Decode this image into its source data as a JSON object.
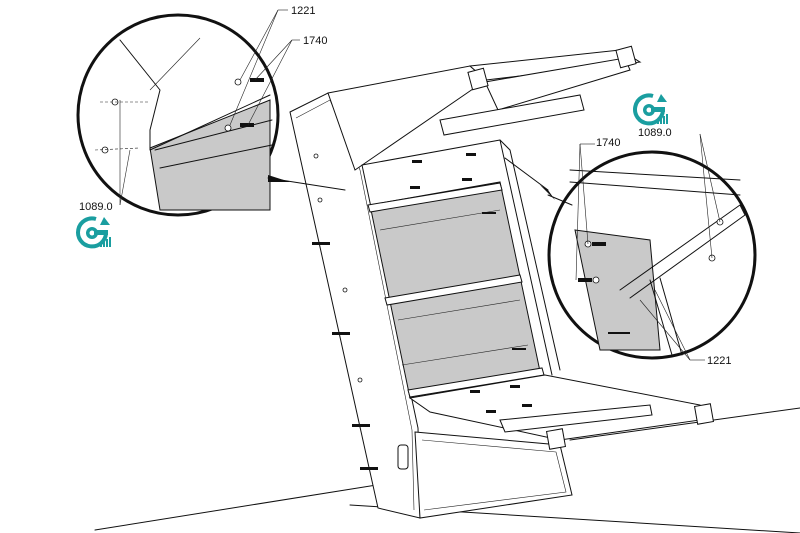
{
  "labels": {
    "part_a": "1221",
    "part_b": "1740",
    "part_b_right": "1740",
    "part_a_right": "1221",
    "torque_left": "1089.0",
    "torque_right": "1089.0"
  },
  "icons": {
    "torque_wrench": "torque-wrench-icon",
    "accent": "#1a9ea0"
  }
}
